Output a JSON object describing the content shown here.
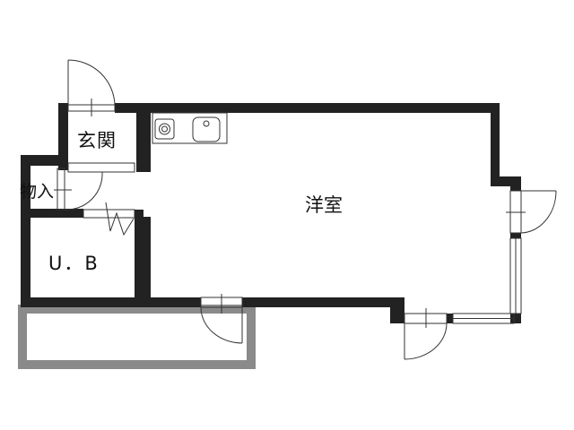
{
  "floor_plan": {
    "rooms": {
      "entrance": "玄関",
      "closet": "物入",
      "unit_bath": "U．B",
      "western_room": "洋室"
    },
    "colors": {
      "wall": "#222222",
      "balcony": "#8a8a8a",
      "line": "#333333"
    }
  }
}
